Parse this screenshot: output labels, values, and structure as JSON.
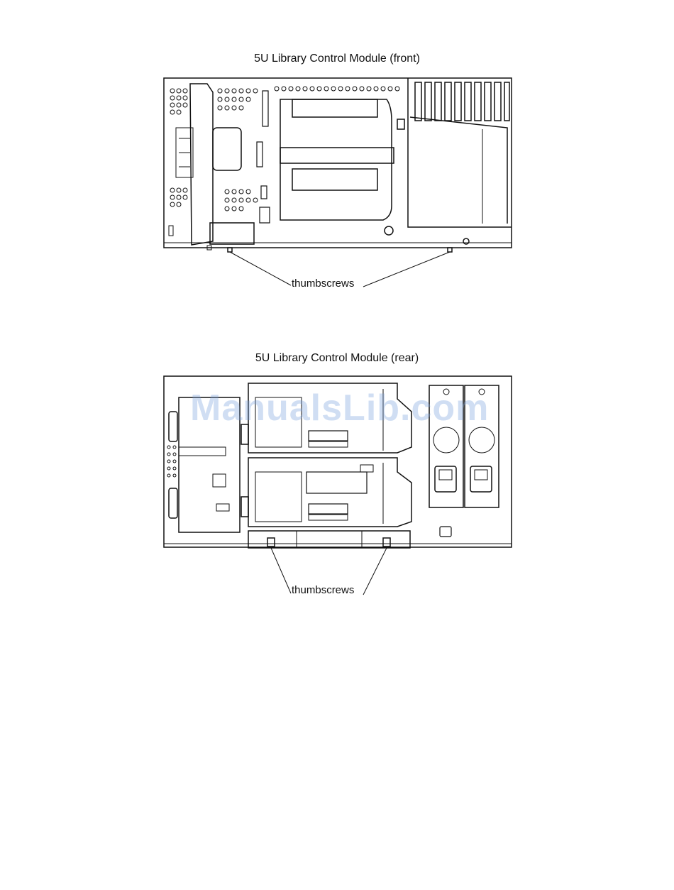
{
  "figures": [
    {
      "caption": "5U Library Control Module (front)",
      "callout": "thumbscrews"
    },
    {
      "caption": "5U Library Control Module (rear)",
      "callout": "thumbscrews"
    }
  ],
  "watermark": "ManualsLib.com",
  "colors": {
    "line": "#111111",
    "watermark": "#78a0dc"
  }
}
